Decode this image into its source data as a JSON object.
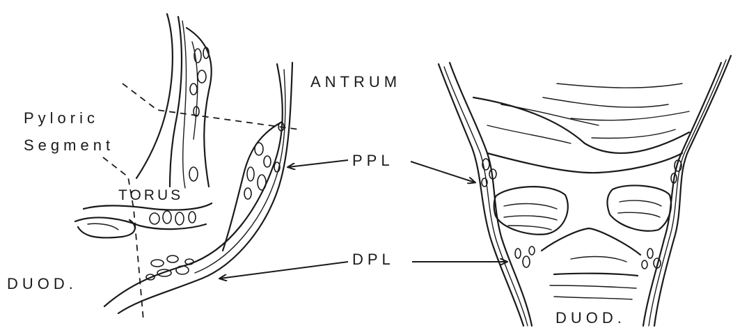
{
  "labels": {
    "antrum": "ANTRUM",
    "pyloric_line1": "Pyloric",
    "pyloric_line2": "Segment",
    "torus": "TORUS",
    "ppl": "PPL",
    "dpl": "DPL",
    "duod_left": "DUOD.",
    "duod_right": "DUOD."
  }
}
